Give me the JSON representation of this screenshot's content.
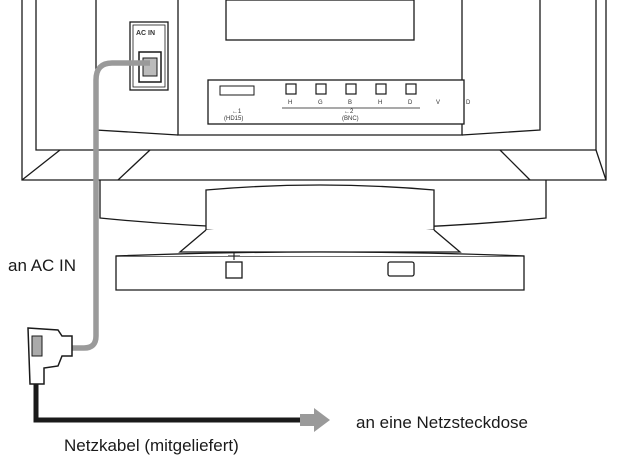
{
  "labels": {
    "ac_in_panel": "AC IN",
    "to_ac_in": "an AC IN",
    "to_outlet": "an eine Netzsteckdose",
    "cable": "Netzkabel (mitgeliefert)"
  },
  "connector_letters": [
    "H",
    "G",
    "B",
    "H",
    "D",
    "V",
    "D"
  ],
  "input_tags": [
    "←1",
    "(HD15)",
    "←2",
    "(BNC)"
  ],
  "colors": {
    "line": "#1a1a1a",
    "cable": "#9a9a9a",
    "arrow": "#9a9a9a"
  }
}
